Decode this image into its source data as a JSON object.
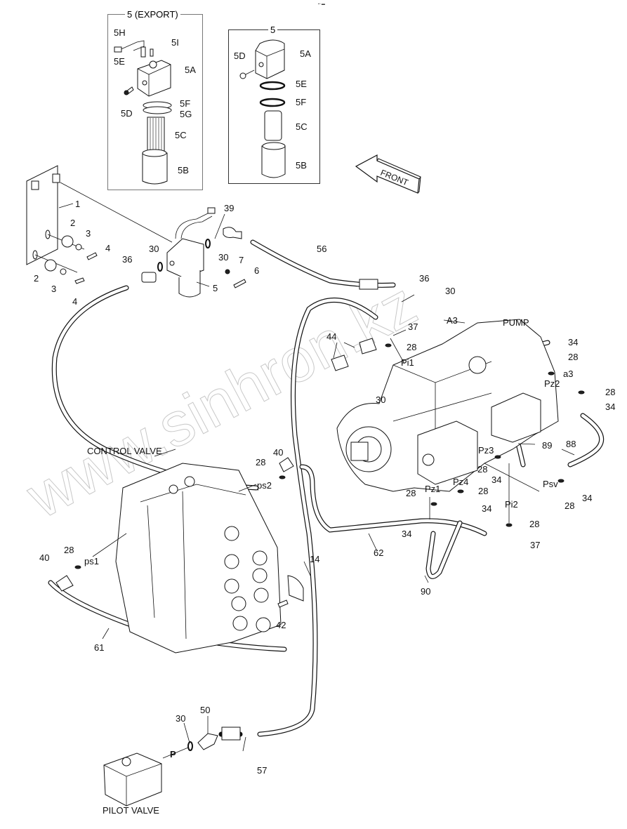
{
  "diagram": {
    "type": "exploded parts diagram - pilot line / hydraulic hoses",
    "header_mark": "▪▫ ▬",
    "inset_export": {
      "title": "5 (EXPORT)",
      "labels": [
        "5H",
        "5I",
        "5E",
        "5A",
        "5D",
        "5F",
        "5G",
        "5C",
        "5B"
      ]
    },
    "inset_standard": {
      "title": "5",
      "labels": [
        "5D",
        "5A",
        "5E",
        "5F",
        "5C",
        "5B"
      ]
    },
    "front_arrow": "FRONT",
    "components": {
      "control_valve": "CONTROL VALVE",
      "pump": "PUMP",
      "pilot_valve": "PILOT VALVE"
    },
    "port_labels": [
      "A3",
      "Pi1",
      "Pz2",
      "a3",
      "Pz3",
      "Pz1",
      "Pz4",
      "Pi2",
      "Psv",
      "ps1",
      "ps2",
      "P"
    ],
    "part_numbers": [
      "1",
      "2",
      "3",
      "4",
      "5",
      "6",
      "7",
      "14",
      "28",
      "30",
      "34",
      "36",
      "37",
      "39",
      "40",
      "42",
      "44",
      "50",
      "56",
      "57",
      "61",
      "62",
      "88",
      "89",
      "90"
    ],
    "callouts": {
      "c1": "1",
      "c2a": "2",
      "c3a": "3",
      "c4a": "4",
      "c2b": "2",
      "c3b": "3",
      "c4b": "4",
      "c36a": "36",
      "c30a": "30",
      "c39": "39",
      "c30b": "30",
      "c7": "7",
      "c6": "6",
      "c5": "5",
      "c56": "56",
      "c36b": "36",
      "c30c": "30",
      "cA3": "A3",
      "cPUMP": "PUMP",
      "c37a": "37",
      "c28a": "28",
      "cPi1": "Pi1",
      "c44": "44",
      "c30d": "30",
      "c34a": "34",
      "c28b": "28",
      "ca3": "a3",
      "cPz2": "Pz2",
      "c28c": "28",
      "c34b": "34",
      "c89": "89",
      "c88": "88",
      "cPz3": "Pz3",
      "c28d": "28",
      "c34c": "34",
      "cPsv": "Psv",
      "c34d": "34",
      "c28e": "28",
      "cPz1": "Pz1",
      "cPz4": "Pz4",
      "c28f": "28",
      "c28g": "28",
      "c34e": "34",
      "c34f": "34",
      "cPi2": "Pi2",
      "c28h": "28",
      "c37b": "37",
      "c62": "62",
      "c90": "90",
      "cCV": "CONTROL VALVE",
      "c40a": "40",
      "c28i": "28",
      "cps2": "ps2",
      "c40b": "40",
      "c28j": "28",
      "cps1": "ps1",
      "c14": "14",
      "c42": "42",
      "c61": "61",
      "c30e": "30",
      "c50": "50",
      "cP": "P",
      "c57": "57",
      "cPV": "PILOT VALVE",
      "i5H": "5H",
      "i5I": "5I",
      "i5E": "5E",
      "i5A": "5A",
      "i5D": "5D",
      "i5F": "5F",
      "i5G": "5G",
      "i5C": "5C",
      "i5B": "5B",
      "j5D": "5D",
      "j5A": "5A",
      "j5E": "5E",
      "j5F": "5F",
      "j5C": "5C",
      "j5B": "5B",
      "boxExport": "5 (EXPORT)",
      "boxStd": "5"
    },
    "watermark": "www.sinhron.kz"
  }
}
